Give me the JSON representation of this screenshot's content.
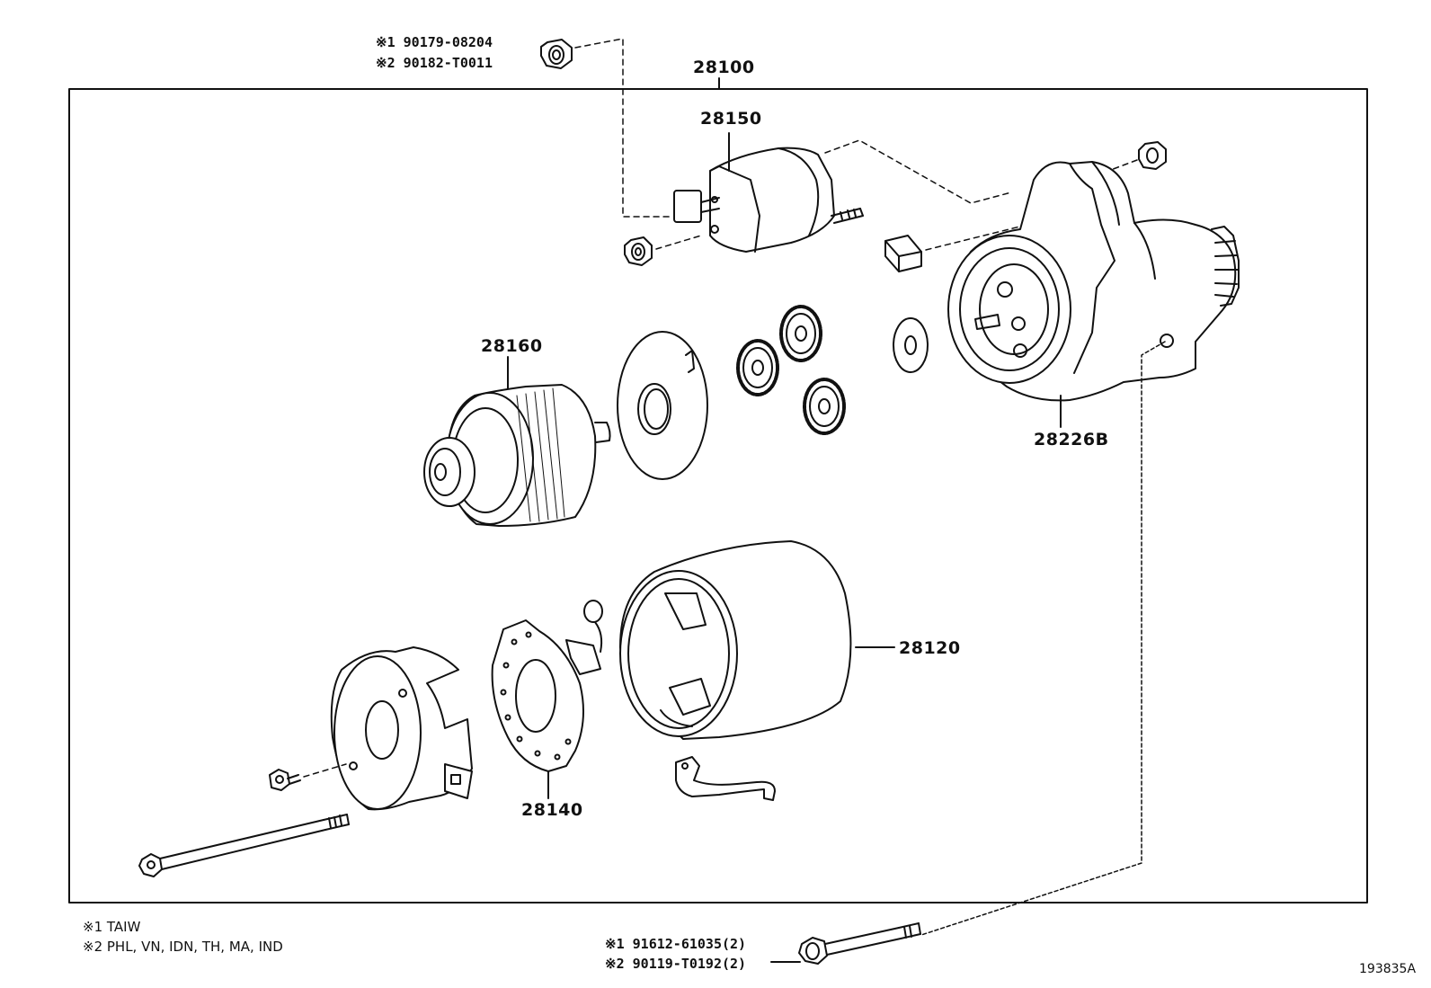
{
  "assembly": {
    "part_number": "28100"
  },
  "parts": {
    "solenoid": "28150",
    "armature": "28160",
    "housing": "28226B",
    "yoke": "28120",
    "brush_holder": "28140"
  },
  "callouts": {
    "top_nut": {
      "line1": "※1 90179-08204",
      "line2": "※2 90182-T0011"
    },
    "bottom_bolt": {
      "line1": "※1 91612-61035(2)",
      "line2": "※2 90119-T0192(2)"
    }
  },
  "notes": {
    "note1": "※1 TAIW",
    "note2": "※2 PHL, VN, IDN, TH, MA, IND"
  },
  "figure_id": "193835A"
}
